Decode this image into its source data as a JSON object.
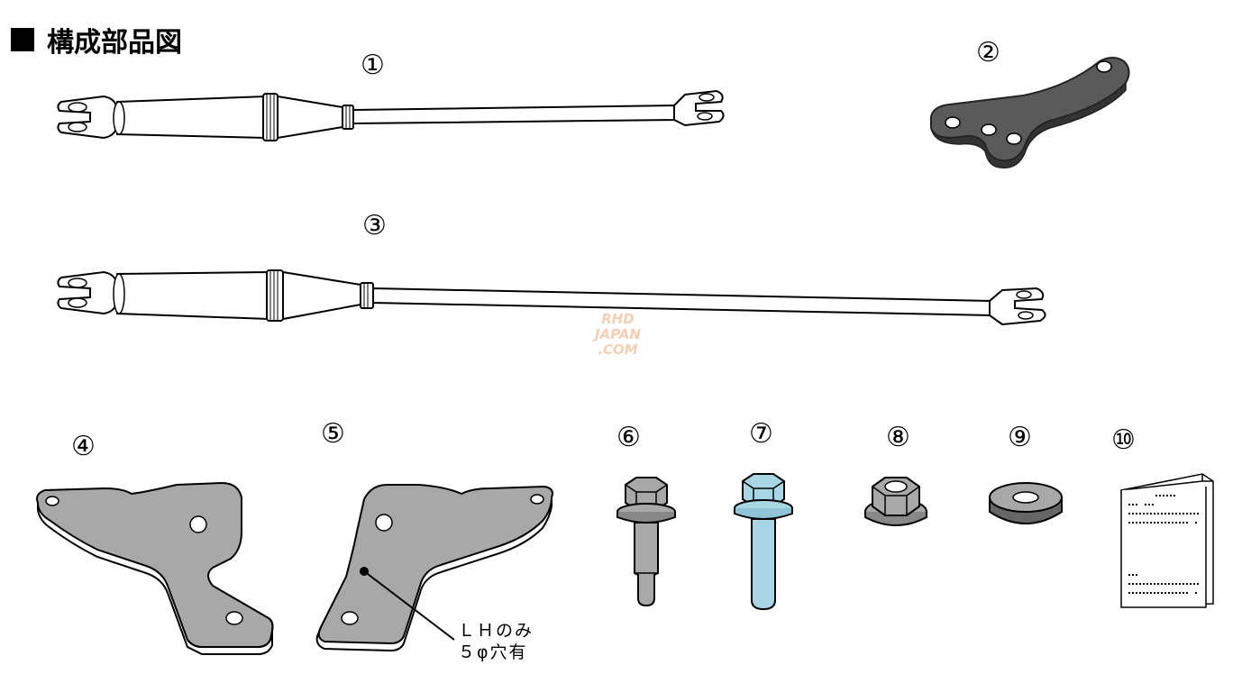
{
  "title": "構成部品図",
  "parts": {
    "p1": "①",
    "p2": "②",
    "p3": "③",
    "p4": "④",
    "p5": "⑤",
    "p6": "⑥",
    "p7": "⑦",
    "p8": "⑧",
    "p9": "⑨",
    "p10": "⑩"
  },
  "note": {
    "line1": "ＬＨのみ",
    "line2": "５φ穴有"
  },
  "watermark": {
    "line1": "RHD",
    "line2": "JAPAN",
    "line3": ".COM"
  },
  "colors": {
    "plate": "#a8a8a8",
    "bracket": "#4a4a4a",
    "blue_bolt": "#a9d6e5",
    "watermark": "#f4c7a8"
  }
}
